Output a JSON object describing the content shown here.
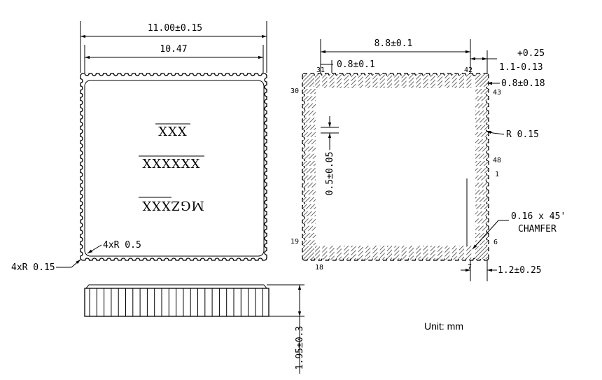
{
  "units": {
    "label": "Unit: mm"
  },
  "top_view": {
    "width_dim": "11.00±0.15",
    "inner_dim": "10.47",
    "corner_outer": "4xR 0.15",
    "corner_inner": "4xR 0.5",
    "marking_line1": "XXX",
    "marking_line2": "XXXXXX",
    "marking_line3": "MGZXXX"
  },
  "side_view": {
    "height_dim": "1.95±0.3"
  },
  "bottom_view": {
    "pad_span_dim": "8.8±0.1",
    "pad_pitch_top": "0.8±0.1",
    "tol_plus": "+0.25",
    "tol_dim": "1.1-0.13",
    "pad_width_dim": "0.8±0.18",
    "pad_radius": "R 0.15",
    "pad_pitch_side": "0.5±0.05",
    "chamfer_line1": "0.16 x 45'",
    "chamfer_line2": "CHAMFER",
    "edge_dim": "1.2±0.25",
    "pin_labels": [
      "1",
      "6",
      "7",
      "18",
      "19",
      "30",
      "31",
      "42",
      "43",
      "48"
    ]
  }
}
